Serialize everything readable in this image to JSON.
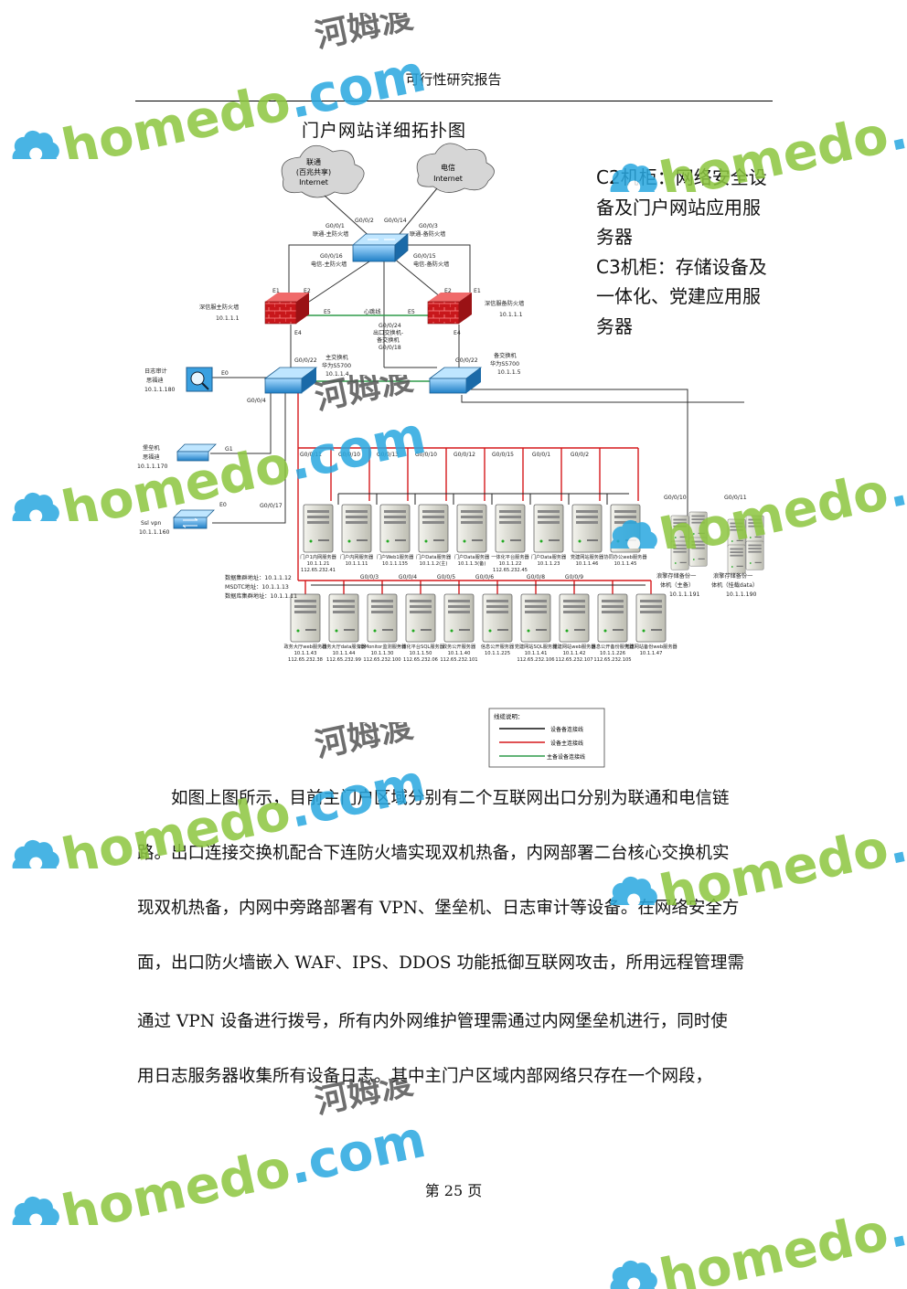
{
  "header": {
    "title": "可行性研究报告"
  },
  "figure": {
    "title": "门户网站详细拓扑图",
    "clouds": [
      {
        "line1": "联通",
        "line2": "(百兆共享)",
        "line3": "Internet"
      },
      {
        "line1": "电信",
        "line2": "Internet"
      }
    ],
    "labels": {
      "port_g001": "G0/0/1",
      "port_g002": "G0/0/2",
      "port_g0014": "G0/0/14",
      "port_g003": "G0/0/3",
      "lt_main_fw": "联通-主防火墙",
      "lt_backup_fw": "联通-备防火墙",
      "port_g0016": "G0/0/16",
      "port_g0015": "G0/0/15",
      "dx_main_fw": "电信-主防火墙",
      "dx_backup_fw": "电信-备防火墙",
      "fw1_name": "深信服主防火墙",
      "fw1_ip": "10.1.1.1",
      "fw2_name": "深信服备防火墙",
      "fw2_ip": "10.1.1.1",
      "e1a": "E1",
      "e2a": "E2",
      "e5a": "E5",
      "hb": "心跳线",
      "e5b": "E5",
      "e2b": "E2",
      "e1b": "E1",
      "e4a": "E4",
      "e4b": "E4",
      "mid1": "G0/0/24",
      "mid2": "出口交换机-",
      "mid3": "备交换机",
      "mid4": "G0/0/18",
      "g0022a": "G0/0/22",
      "g0022b": "G0/0/22",
      "sw_main_name": "主交换机",
      "sw_main_model": "华为S5700",
      "sw_main_ip": "10.1.1.4",
      "sw_bak_name": "备交换机",
      "sw_bak_model": "华为S5700",
      "sw_bak_ip": "10.1.1.5",
      "log_name1": "日志审计",
      "log_name2": "思福迪",
      "log_ip": "10.1.1.180",
      "e0": "E0",
      "g004": "G0/0/4",
      "bastion1": "堡垒机",
      "bastion2": "思福迪",
      "bastion_ip": "10.1.1.170",
      "g1": "G1",
      "vpn_name": "Ssl vpn",
      "vpn_ip": "10.1.1.160",
      "vpn_e0": "E0",
      "g0017": "G0/0/17",
      "g0010": "G0/0/10",
      "g0011": "G0/0/11",
      "storage1_l1": "浪擎存储备份一",
      "storage1_l2": "体机（主备）",
      "storage1_ip": "10.1.1.191",
      "storage2_l1": "浪擎存储备份一",
      "storage2_l2": "体机（挂载data）",
      "storage2_ip": "10.1.1.190",
      "cluster1": "数据集群地址：10.1.1.12",
      "cluster2": "MSDTC地址：10.1.1.13",
      "cluster3": "数据库集群地址：10.1.1.11"
    },
    "top_ports": [
      "G0/0/11",
      "G0/0/10",
      "G0/0/13",
      "G0/0/10",
      "G0/0/12",
      "G0/0/15",
      "G0/0/1",
      "G0/0/2"
    ],
    "row1_servers": [
      {
        "name": "门户1内网服务器",
        "ip": "10.1.1.21",
        "pub": "112.65.232.41"
      },
      {
        "name": "门户内网服务器",
        "ip": "10.1.1.11",
        "pub": ""
      },
      {
        "name": "门户Web1服务器",
        "ip": "10.1.1.135",
        "pub": ""
      },
      {
        "name": "门户Data服务器",
        "ip": "10.1.1.2(主)",
        "pub": ""
      },
      {
        "name": "门户Data服务器",
        "ip": "10.1.1.3(备)",
        "pub": ""
      },
      {
        "name": "一体化平台服务器",
        "ip": "10.1.1.22",
        "pub": "112.65.232.45"
      },
      {
        "name": "门户Data服务器",
        "ip": "10.1.1.23",
        "pub": ""
      },
      {
        "name": "党建网站服务器",
        "ip": "10.1.1.46",
        "pub": ""
      },
      {
        "name": "协同办公web服务器",
        "ip": "10.1.1.45",
        "pub": ""
      }
    ],
    "bottom_ports": [
      "G0/0/3",
      "G0/0/4",
      "G0/0/5",
      "G0/0/6",
      "G0/0/8",
      "G0/0/9"
    ],
    "row2_servers": [
      {
        "name": "政务大厅web服务器",
        "ip": "10.1.1.43",
        "pub": "112.65.232.38"
      },
      {
        "name": "政务大厅data服务器",
        "ip": "10.1.1.44",
        "pub": "112.65.232.99"
      },
      {
        "name": "2BMonitor监测服务器",
        "ip": "10.1.1.30",
        "pub": "112.65.232.100"
      },
      {
        "name": "一体化平台SQL服务器",
        "ip": "10.1.1.50",
        "pub": "112.65.232.06"
      },
      {
        "name": "政务公开服务器",
        "ip": "10.1.1.40",
        "pub": "112.65.232.101"
      },
      {
        "name": "信息公开服务器",
        "ip": "10.1.1.225",
        "pub": ""
      },
      {
        "name": "党建网站SQL服务器",
        "ip": "10.1.1.41",
        "pub": "112.65.232.106"
      },
      {
        "name": "党建网站web服务器",
        "ip": "10.1.1.42",
        "pub": "112.65.232.107"
      },
      {
        "name": "信息公开备份服务器",
        "ip": "10.1.1.226",
        "pub": "112.65.232.105"
      },
      {
        "name": "党建网站备份web服务器",
        "ip": "10.1.1.47",
        "pub": ""
      }
    ],
    "legend": {
      "title": "线缆说明：",
      "items": [
        "设备备连接线",
        "设备主连接线",
        "主备设备连接线"
      ]
    }
  },
  "side_note": {
    "line1": "C2机柜：网络安全设",
    "line2": "备及门户网站应用服",
    "line3": "务器",
    "line4": "C3机柜：存储设备及",
    "line5": "一体化、党建应用服",
    "line6": "务器"
  },
  "paragraph": {
    "line1": "如图上图所示，目前主门户区域分别有二个互联网出口分别为联通和电信链",
    "line2": "路。出口连接交换机配合下连防火墙实现双机热备，内网部署二台核心交换机实",
    "line3": "现双机热备，内网中旁路部署有 VPN、堡垒机、日志审计等设备。在网络安全方",
    "line4": "面，出口防火墙嵌入 WAF、IPS、DDOS 功能抵御互联网攻击，所用远程管理需",
    "line5": "通过 VPN 设备进行拨号，所有内外网维护管理需通过内网堡垒机进行，同时使",
    "line6": "用日志服务器收集所有设备日志。其中主门户区域内部网络只存在一个网段，"
  },
  "footer": {
    "page": "第 25 页"
  },
  "watermark": {
    "text_en": "homedo",
    "text_dot": ".com",
    "text_cn": "河姆渡",
    "color_green": "#8cc63f",
    "color_blue": "#29a8e0"
  }
}
